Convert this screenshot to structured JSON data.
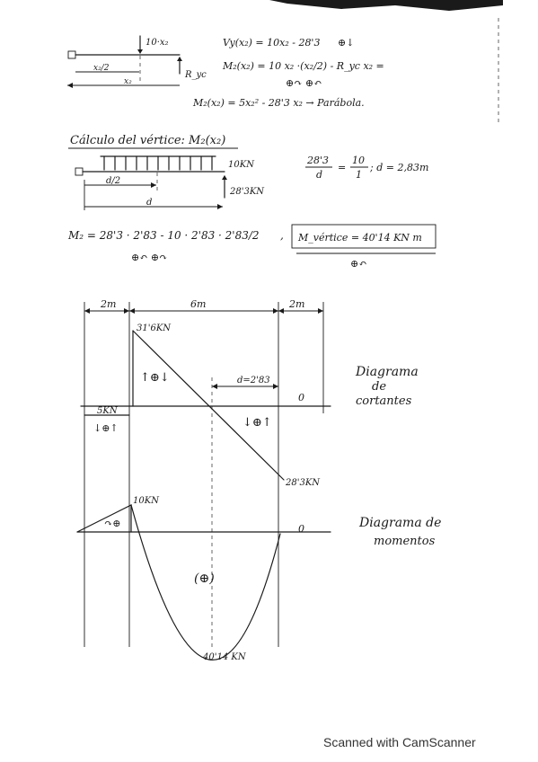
{
  "top_beam": {
    "load": "10·x₂",
    "dim_half": "x₂/2",
    "dim_full": "x₂",
    "reaction": "R_yc"
  },
  "equations": {
    "shear": "Vy(x₂) = 10x₂ - 28'3",
    "shear_sign": "⊕↓",
    "moment": "M₂(x₂) = 10 x₂ ·(x₂/2) - R_yc x₂ =",
    "moment_signs": "⊕↷    ⊕↶",
    "moment_result": "M₂(x₂) = 5x₂² - 28'3 x₂ → Parábola."
  },
  "vertex": {
    "title": "Cálculo del vértice: M₂(x₂)",
    "load": "10KN",
    "reaction": "28'3KN",
    "dim_half": "d/2",
    "dim_full": "d",
    "ratio_num1": "28'3",
    "ratio_den1": "d",
    "ratio_num2": "10",
    "ratio_den2": "1",
    "ratio_result": "; d = 2,83m",
    "moment_calc": "M₂ = 28'3 · 2'83 - 10 · 2'83 · 2'83/2",
    "calc_signs": "⊕↶        ⊕↷",
    "boxed": "M_vértice = 40'14 KN m",
    "boxed_sign": "⊕↶"
  },
  "diagrams": {
    "span_left": "2m",
    "span_mid": "6m",
    "span_right": "2m",
    "shear_max": "31'6KN",
    "shear_left": "5KN",
    "shear_min": "28'3KN",
    "d_label": "d=2'83",
    "zero_shear": "0",
    "zero_moment": "0",
    "shear_sign_pos": "↑⊕↓",
    "shear_sign_neg_left": "↓⊕↑",
    "shear_sign_neg": "↓⊕↑",
    "moment_left": "10KN",
    "moment_max": "40'14 KN",
    "moment_sign_left": "↷⊕",
    "moment_sign_mid": "(⊕)",
    "shear_title_1": "Diagrama",
    "shear_title_2": "de",
    "shear_title_3": "cortantes",
    "moment_title_1": "Diagrama de",
    "moment_title_2": "momentos"
  },
  "watermark": "Scanned with CamScanner"
}
